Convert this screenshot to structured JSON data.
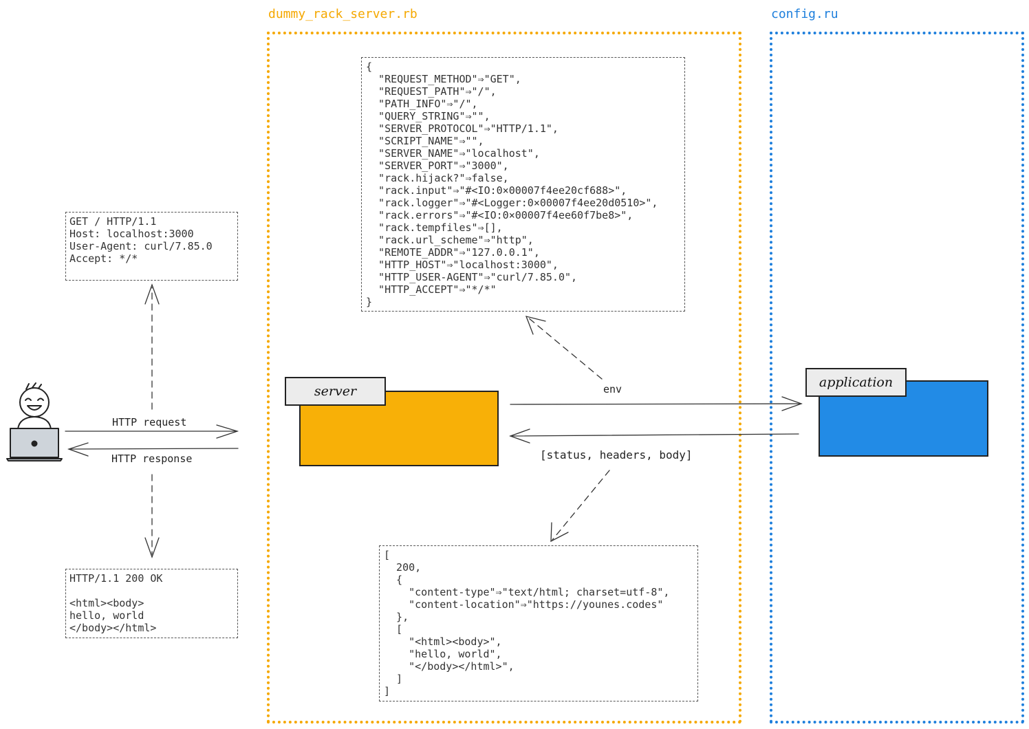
{
  "zones": {
    "server_file": {
      "label": "dummy_rack_server.rb",
      "color": "#f5a800"
    },
    "app_file": {
      "label": "config.ru",
      "color": "#1e7fdc"
    }
  },
  "request_box": {
    "lines": [
      "GET / HTTP/1.1",
      "Host: localhost:3000",
      "User-Agent: curl/7.85.0",
      "Accept: */*"
    ]
  },
  "response_box": {
    "lines": [
      "HTTP/1.1 200 OK",
      "",
      "<html><body>",
      "hello, world",
      "</body></html>"
    ]
  },
  "env_box": {
    "lines": [
      "{",
      "  \"REQUEST_METHOD\"⇒\"GET\",",
      "  \"REQUEST_PATH\"⇒\"/\",",
      "  \"PATH_INFO\"⇒\"/\",",
      "  \"QUERY_STRING\"⇒\"\",",
      "  \"SERVER_PROTOCOL\"⇒\"HTTP/1.1\",",
      "  \"SCRIPT_NAME\"⇒\"\",",
      "  \"SERVER_NAME\"⇒\"localhost\",",
      "  \"SERVER_PORT\"⇒\"3000\",",
      "  \"rack.hijack?\"⇒false,",
      "  \"rack.input\"⇒\"#<IO:0×00007f4ee20cf688>\",",
      "  \"rack.logger\"⇒\"#<Logger:0×00007f4ee20d0510>\",",
      "  \"rack.errors\"⇒\"#<IO:0×00007f4ee60f7be8>\",",
      "  \"rack.tempfiles\"⇒[],",
      "  \"rack.url_scheme\"⇒\"http\",",
      "  \"REMOTE_ADDR\"⇒\"127.0.0.1\",",
      "  \"HTTP_HOST\"⇒\"localhost:3000\",",
      "  \"HTTP_USER-AGENT\"⇒\"curl/7.85.0\",",
      "  \"HTTP_ACCEPT\"⇒\"*/*\"",
      "}"
    ]
  },
  "result_box": {
    "lines": [
      "[",
      "  200,",
      "  {",
      "    \"content-type\"⇒\"text/html; charset=utf-8\",",
      "    \"content-location\"⇒\"https://younes.codes\"",
      "  },",
      "  [",
      "    \"<html><body>\",",
      "    \"hello, world\",",
      "    \"</body></html>\",",
      "  ]",
      "]"
    ]
  },
  "edges": {
    "http_request": "HTTP request",
    "http_response": "HTTP response",
    "env": "env",
    "triplet": "[status, headers, body]"
  },
  "nodes": {
    "server": {
      "label": "server",
      "color": "#f8b007"
    },
    "application": {
      "label": "application",
      "color": "#228be6"
    }
  },
  "user": {
    "icon": "user-at-laptop-icon"
  }
}
